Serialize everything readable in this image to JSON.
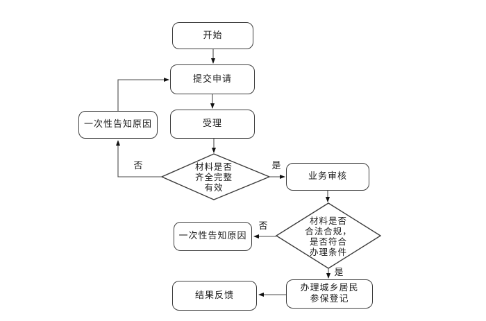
{
  "flowchart": {
    "nodes": {
      "start": "开始",
      "submit": "提交申请",
      "accept": "受理",
      "notify_reason_top": "一次性告知原因",
      "review": "业务审核",
      "notify_reason_mid": "一次性告知原因",
      "register": "办理城乡居民\n参保登记",
      "feedback": "结果反馈",
      "decision_complete": "材料是否\n齐全完整\n有效",
      "decision_valid": "材料是否\n合法合规，\n是否符合\n办理条件"
    },
    "edge_labels": {
      "d1_yes": "是",
      "d1_no": "否",
      "d2_yes": "是",
      "d2_no": "否"
    },
    "colors": {
      "background": "#ffffff",
      "shape_border": "#3b3b3b",
      "connector": "#4a4a4a",
      "arrowhead": "#111111",
      "text": "#1a1a1a"
    }
  }
}
